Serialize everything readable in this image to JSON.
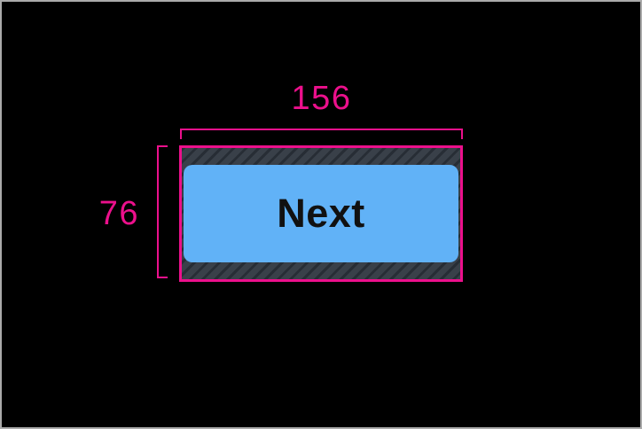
{
  "annotations": {
    "width_label": "156",
    "height_label": "76"
  },
  "button": {
    "label": "Next"
  },
  "colors": {
    "canvas-bg": "#000000",
    "frame-border": "#ababab",
    "accent-pink": "#ec108c",
    "button-blue": "#61b2f7",
    "button-text": "#111111",
    "hatch-base": "#394049",
    "hatch-stripe": "#272d35"
  }
}
